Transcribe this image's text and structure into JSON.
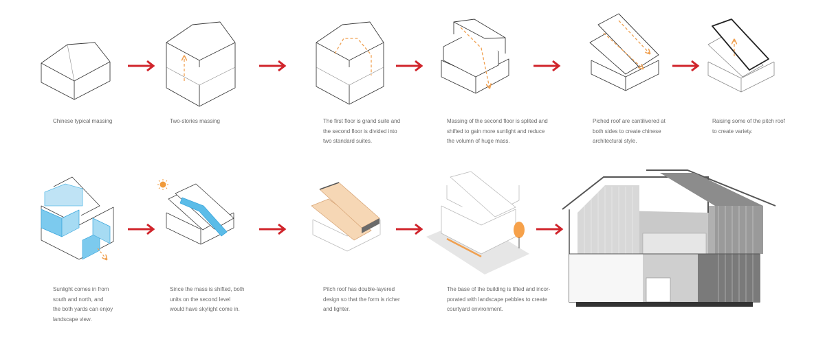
{
  "diagram": {
    "row1": [
      {
        "caption": "Chinese typical massing"
      },
      {
        "caption": "Two-stories massing"
      },
      {
        "caption": "The first floor is grand suite and\nthe second floor is divided into\ntwo standard suites."
      },
      {
        "caption": "Massing of the second floor is splited and\nshifted to gain more sunlight and reduce\nthe volumn of huge mass."
      },
      {
        "caption": "Piched roof are cantilivered at\nboth sides to create chinese\narchitectural style."
      },
      {
        "caption": "Raising some of the pitch roof\nto create variety."
      }
    ],
    "row2": [
      {
        "caption": "Sunlight comes in from\nsouth and north, and\nthe both yards can enjoy\nlandscape view."
      },
      {
        "caption": "Since the mass is shifted, both\nunits on the second level\nwould have skylight come in."
      },
      {
        "caption": "Pitch roof has double-layered\ndesign so that the form is richer\nand lighter."
      },
      {
        "caption": "The base of the building is lifted and incor-\nporated with landscape pebbles to create\ncourtyard environment."
      }
    ]
  },
  "colors": {
    "arrow": "#d0242b",
    "line": "#3a3a3a",
    "dash": "#f0a050",
    "sky": "#5bbce8",
    "timber": "#f6d7b5",
    "sun": "#f09a3a"
  },
  "icons": [
    "red-arrow-icon",
    "sun-icon",
    "orange-tree-icon"
  ]
}
